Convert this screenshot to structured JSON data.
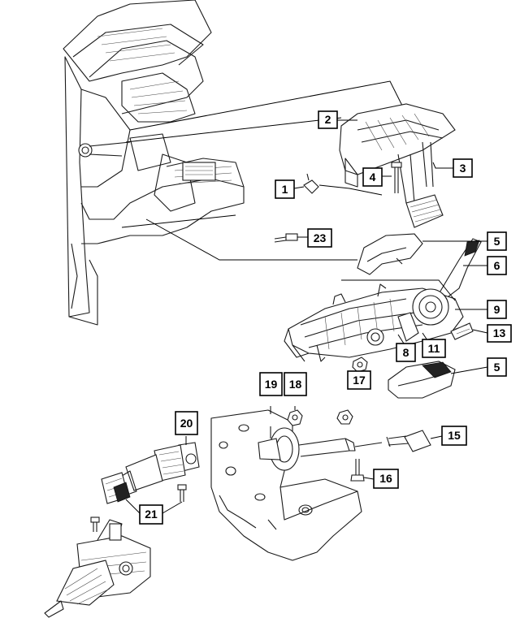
{
  "callouts": [
    {
      "id": "c1",
      "label": "1"
    },
    {
      "id": "c2",
      "label": "2"
    },
    {
      "id": "c3",
      "label": "3"
    },
    {
      "id": "c4",
      "label": "4"
    },
    {
      "id": "c5a",
      "label": "5"
    },
    {
      "id": "c6",
      "label": "6"
    },
    {
      "id": "c9",
      "label": "9"
    },
    {
      "id": "c13",
      "label": "13"
    },
    {
      "id": "c8",
      "label": "8"
    },
    {
      "id": "c11",
      "label": "11"
    },
    {
      "id": "c5b",
      "label": "5"
    },
    {
      "id": "c17",
      "label": "17"
    },
    {
      "id": "c19",
      "label": "19"
    },
    {
      "id": "c18",
      "label": "18"
    },
    {
      "id": "c20",
      "label": "20"
    },
    {
      "id": "c15",
      "label": "15"
    },
    {
      "id": "c16",
      "label": "16"
    },
    {
      "id": "c21",
      "label": "21"
    },
    {
      "id": "c23",
      "label": "23"
    }
  ]
}
